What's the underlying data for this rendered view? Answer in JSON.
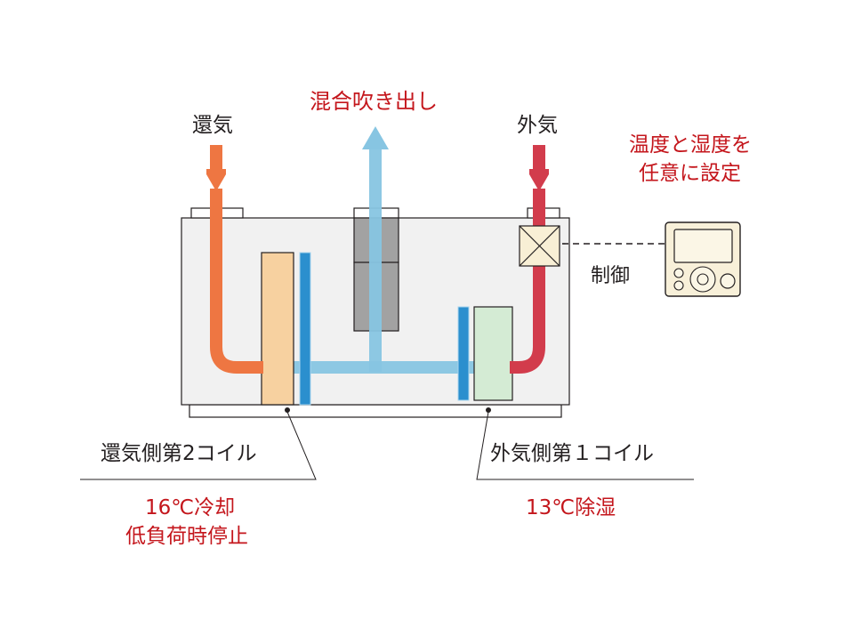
{
  "labels": {
    "return_air": "還気",
    "mixed_supply": "混合吹き出し",
    "outdoor_air": "外気",
    "setting_line1": "温度と湿度を",
    "setting_line2": "任意に設定",
    "control": "制御",
    "return_coil": "還気側第2コイル",
    "outdoor_coil": "外気側第１コイル",
    "return_coil_state_line1": "16℃冷却",
    "return_coil_state_line2": "低負荷時停止",
    "outdoor_coil_state": "13℃除湿"
  },
  "colors": {
    "return_air": "#ee7642",
    "outdoor_air": "#d23c4c",
    "supply_air": "#87c5e2",
    "coil_tube": "#2b8fce",
    "return_coil_fill": "#f7d1a0",
    "outdoor_coil_fill": "#d4ebd4",
    "fan_fill": "#a2a2a2",
    "unit_fill": "#f1f1f1",
    "damper_fill": "#f8efd5",
    "remote_fill": "#f8f0d9",
    "label_dark": "#231f20",
    "label_red": "#c4161c"
  },
  "icons": {
    "damper": "damper-icon",
    "remote": "remote-controller-icon"
  }
}
